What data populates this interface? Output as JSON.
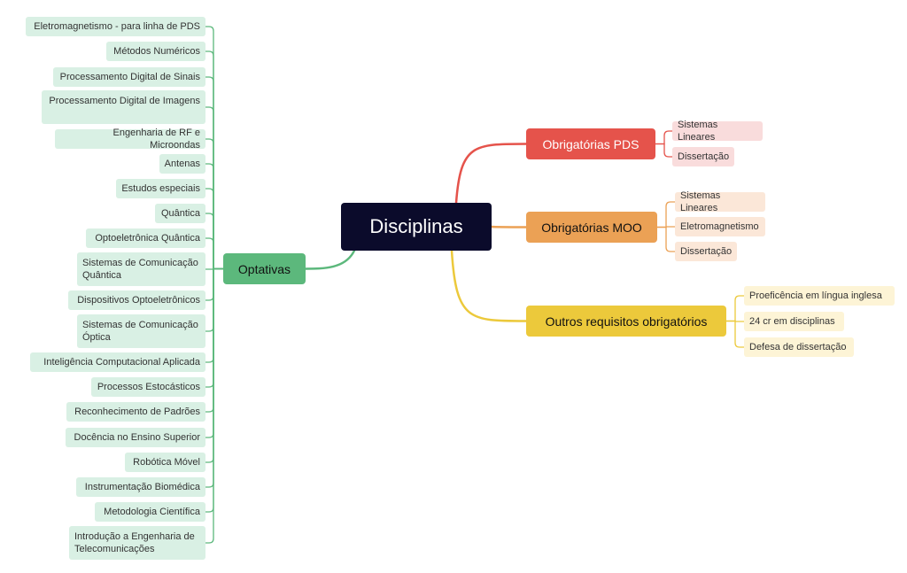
{
  "central": {
    "label": "Disciplinas"
  },
  "colors": {
    "central": "#0b0b2b",
    "pds": "#e5534b",
    "moo": "#eba155",
    "outros": "#ecc93b",
    "optativas": "#5cb87c",
    "pds_leaf": "#f9dcdc",
    "moo_leaf": "#fbe7d8",
    "outros_leaf": "#fdf4d6",
    "optativas_leaf": "#d9f0e4"
  },
  "branches": {
    "pds": {
      "label": "Obrigatórias PDS",
      "items": [
        "Sistemas Lineares",
        "Dissertação"
      ]
    },
    "moo": {
      "label": "Obrigatórias MOO",
      "items": [
        "Sistemas Lineares",
        "Eletromagnetismo",
        "Dissertação"
      ]
    },
    "outros": {
      "label": "Outros requisitos obrigatórios",
      "items": [
        "Proeficência em língua inglesa",
        "24 cr em disciplinas",
        "Defesa de dissertação"
      ]
    },
    "optativas": {
      "label": "Optativas",
      "items": [
        "Eletromagnetismo - para linha de PDS",
        "Métodos Numéricos",
        "Processamento Digital de Sinais",
        "Processamento Digital de Imagens",
        "Engenharia de RF e Microondas",
        "Antenas",
        "Estudos especiais",
        "Quântica",
        "Optoeletrônica Quântica",
        "Sistemas de Comunicação Quântica",
        "Dispositivos Optoeletrônicos",
        "Sistemas de Comunicação Óptica",
        "Inteligência Computacional Aplicada",
        "Processos Estocásticos",
        "Reconhecimento de Padrões",
        "Docência no Ensino Superior",
        "Robótica Móvel",
        "Instrumentação Biomédica",
        "Metodologia Científica",
        "Introdução a Engenharia de Telecomunicações"
      ]
    }
  }
}
